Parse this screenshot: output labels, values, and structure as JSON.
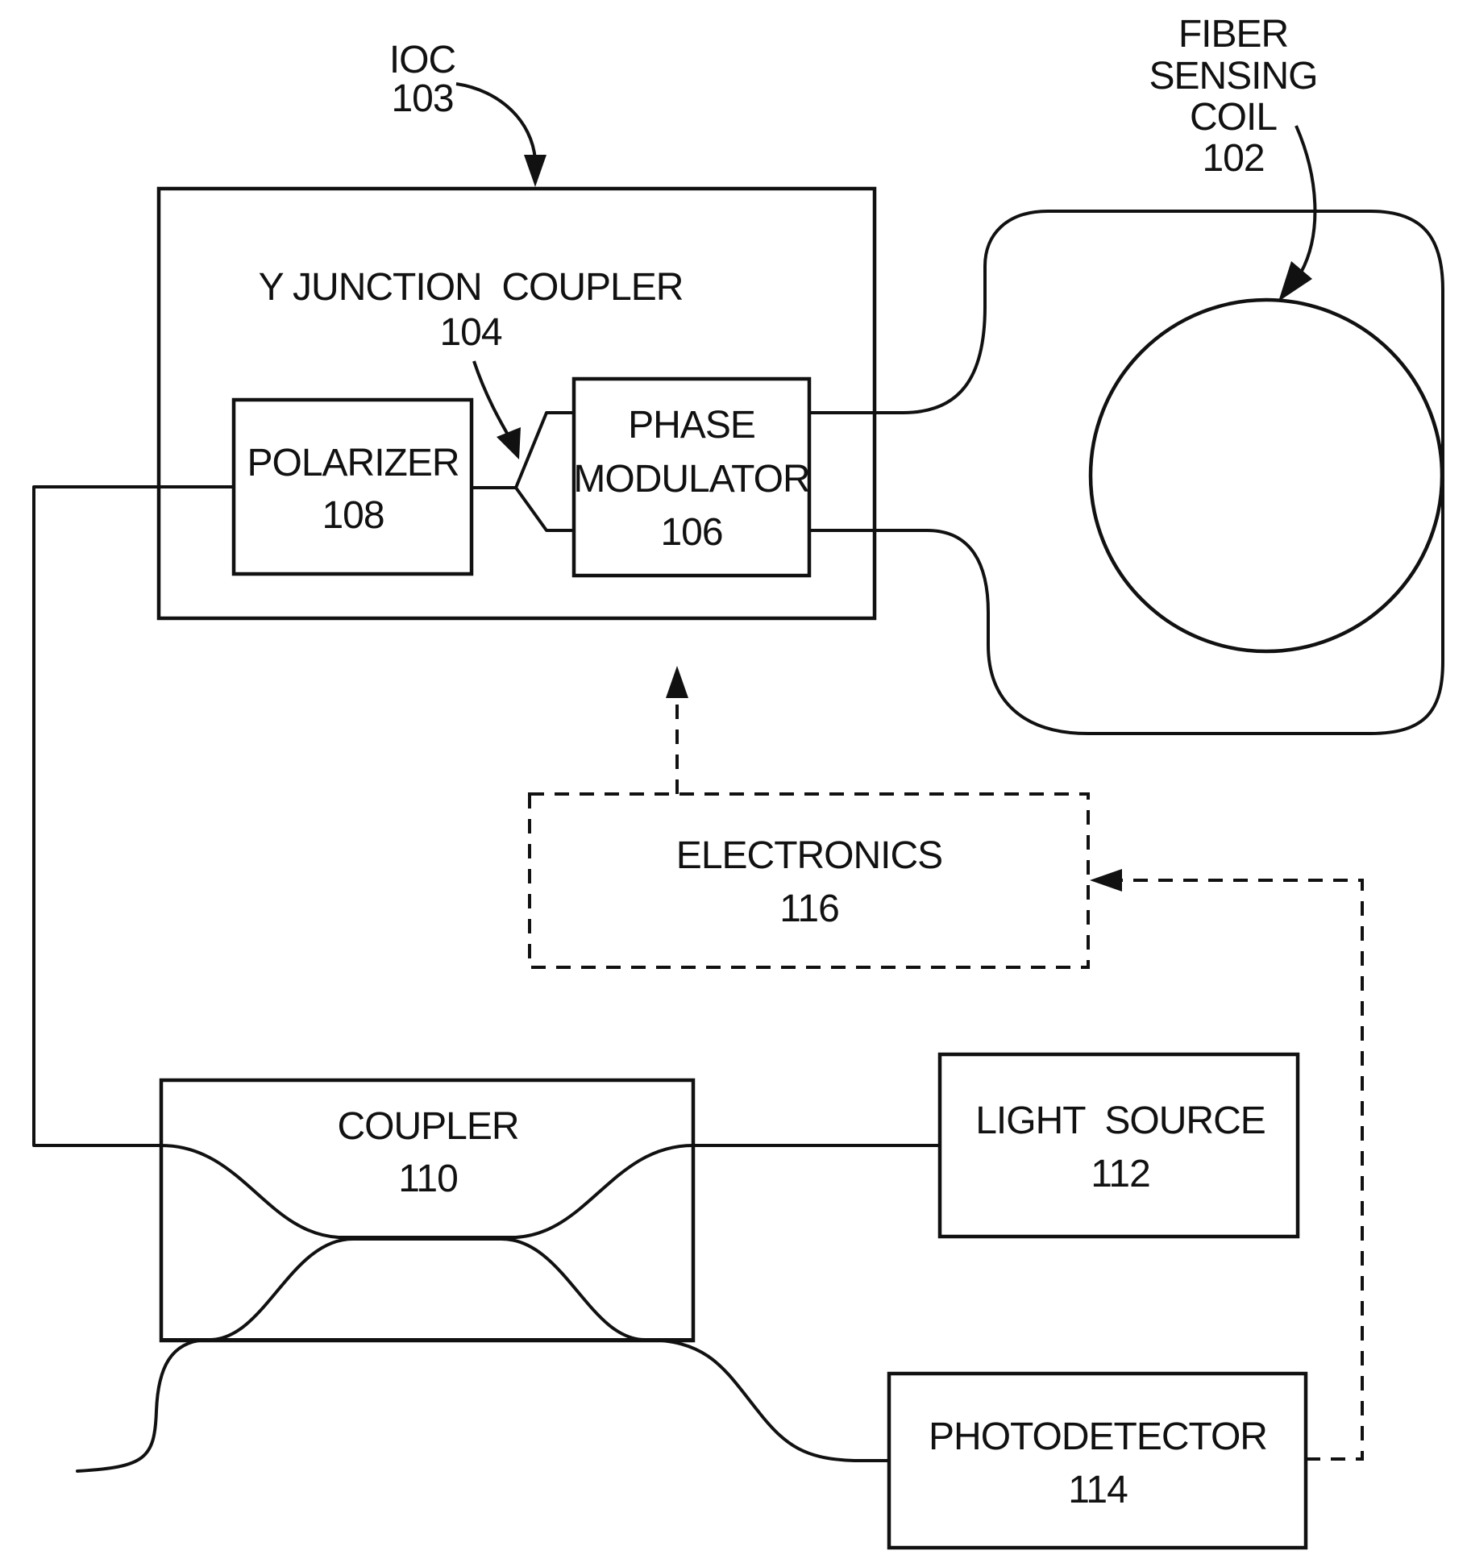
{
  "labels": {
    "ioc": {
      "name": "IOC",
      "ref": "103"
    },
    "fiber_coil": {
      "line1": "FIBER",
      "line2": "SENSING",
      "line3": "COIL",
      "ref": "102"
    },
    "y_junction": {
      "name": "Y JUNCTION  COUPLER",
      "ref": "104"
    },
    "polarizer": {
      "name": "POLARIZER",
      "ref": "108"
    },
    "phase_modulator": {
      "line1": "PHASE",
      "line2": "MODULATOR",
      "ref": "106"
    },
    "electronics": {
      "name": "ELECTRONICS",
      "ref": "116"
    },
    "coupler": {
      "name": "COUPLER",
      "ref": "110"
    },
    "light_source": {
      "name": "LIGHT  SOURCE",
      "ref": "112"
    },
    "photodetector": {
      "name": "PHOTODETECTOR",
      "ref": "114"
    }
  },
  "colors": {
    "ink": "#111111",
    "background": "#ffffff"
  }
}
